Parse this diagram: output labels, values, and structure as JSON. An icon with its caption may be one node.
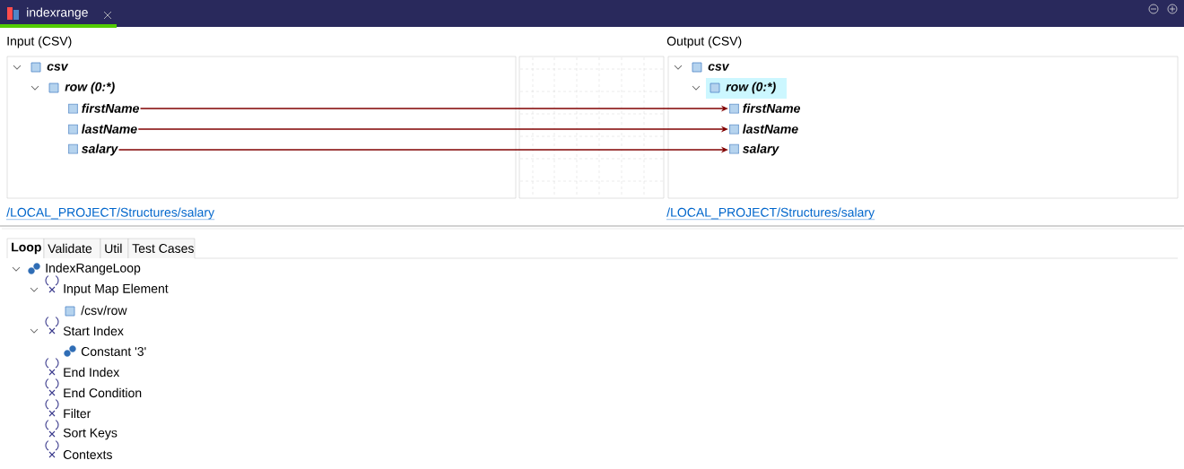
{
  "diagram": {
    "nodes": [
      {
        "text": [
          "firstName"
        ]
      },
      {
        "text": [
          "lastName"
        ]
      },
      {
        "text": [
          "salary"
        ]
      },
      {
        "text": [
          "firstName"
        ]
      },
      {
        "text": [
          "lastName"
        ]
      },
      {
        "text": [
          "salary"
        ]
      }
    ],
    "edges": [
      {
        "from": 0,
        "to": 3,
        "arrow": "to"
      },
      {
        "from": 1,
        "to": 4,
        "arrow": "to"
      },
      {
        "from": 2,
        "to": 5,
        "arrow": "to"
      }
    ],
    "labels": [
      "indexrange",
      "Input (CSV)",
      "Output (CSV)",
      "csv",
      "row (0:*)",
      "csv",
      "row (0:*)",
      "/LOCAL_PROJECT/Structures/salary",
      "/LOCAL_PROJECT/Structures/salary",
      "Loop",
      "Validate",
      "Util",
      "Test Cases",
      "IndexRangeLoop",
      "Input Map Element",
      "/csv/row",
      "Start Index",
      "Constant '3'",
      "End Index",
      "End Condition",
      "Filter",
      "Sort Keys",
      "Contexts"
    ]
  }
}
